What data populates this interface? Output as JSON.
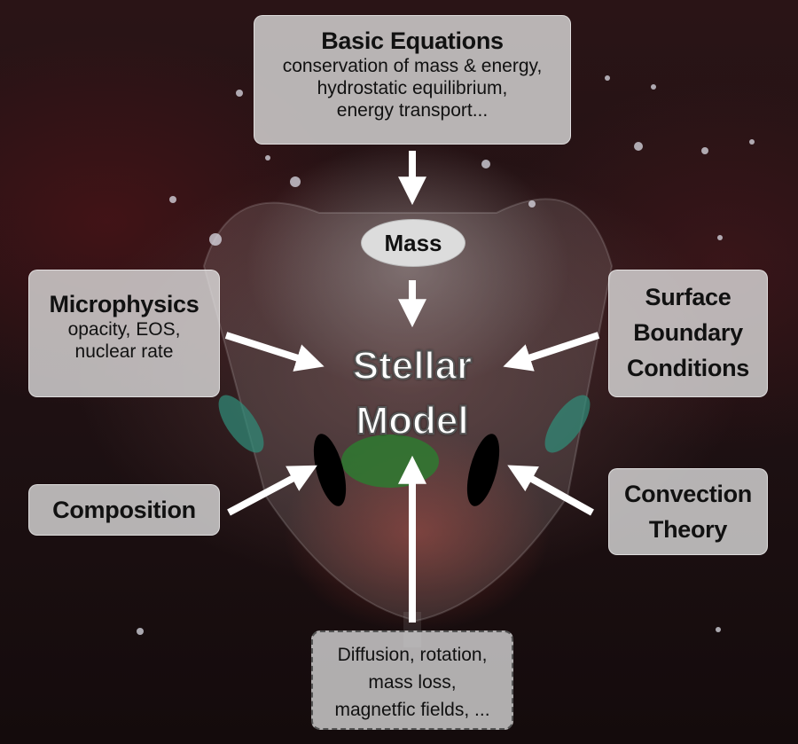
{
  "boxes": {
    "basic": {
      "title": "Basic Equations",
      "lines": [
        "conservation of mass & energy,",
        "hydrostatic equilibrium,",
        "energy transport..."
      ]
    },
    "mass": "Mass",
    "center": {
      "line1": "Stellar",
      "line2": "Model"
    },
    "microphysics": {
      "title": "Microphysics",
      "lines": [
        "opacity, EOS,",
        "nuclear rate"
      ]
    },
    "surface": {
      "lines": [
        "Surface",
        "Boundary",
        "Conditions"
      ]
    },
    "composition": "Composition",
    "convection": {
      "lines": [
        "Convection",
        "Theory"
      ]
    },
    "extra": {
      "lines": [
        "Diffusion, rotation,",
        "mass loss,",
        "magnetfic fields, ..."
      ]
    }
  },
  "colors": {
    "box_fill": "#e1e1e1",
    "arrow": "#ffffff",
    "text": "#111111"
  }
}
